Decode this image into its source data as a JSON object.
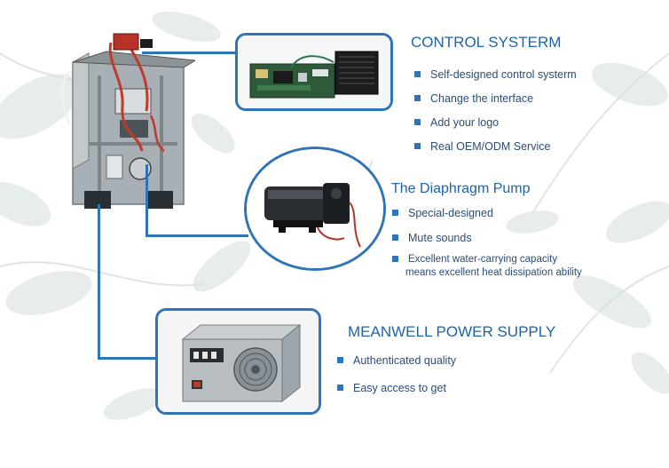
{
  "colors": {
    "accent": "#2f73b8",
    "heading": "#1f63a8",
    "bullet_text": "#2a4d7a"
  },
  "sections": {
    "control": {
      "title": "CONTROL SYSTERM",
      "items": [
        "Self-designed control systerm",
        "Change the interface",
        "Add your logo",
        "Real OEM/ODM Service"
      ]
    },
    "pump": {
      "title": "The Diaphragm Pump",
      "items": [
        "Special-designed",
        "Mute sounds"
      ],
      "long_item_line1": "Excellent water-carrying capacity",
      "long_item_line2": "means excellent heat dissipation ability"
    },
    "power": {
      "title": "MEANWELL POWER SUPPLY",
      "items": [
        "Authenticated quality",
        "Easy access to get"
      ]
    }
  }
}
